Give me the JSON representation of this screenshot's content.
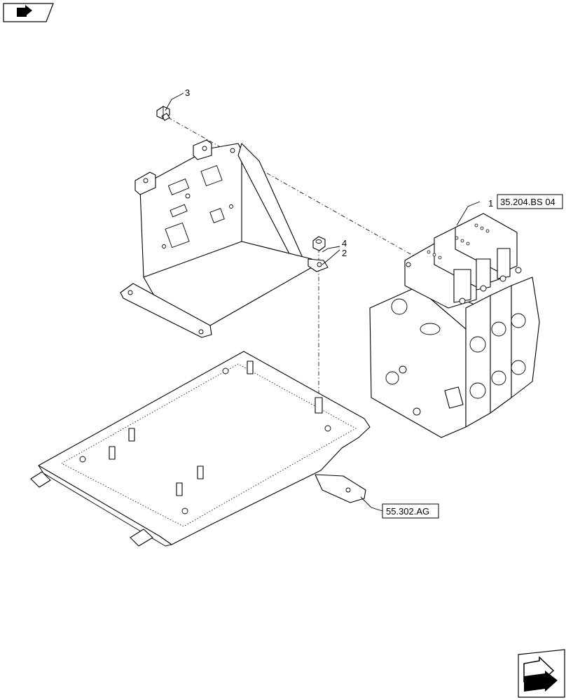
{
  "nav": {
    "prev_icon": "back-arrow-icon",
    "next_icon": "forward-arrow-icon"
  },
  "callouts": {
    "item1": "1",
    "item2": "2",
    "item3": "3",
    "item4": "4"
  },
  "references": {
    "control_valve_ref": "35.204.BS 04",
    "mounting_plate_ref": "55.302.AG"
  }
}
